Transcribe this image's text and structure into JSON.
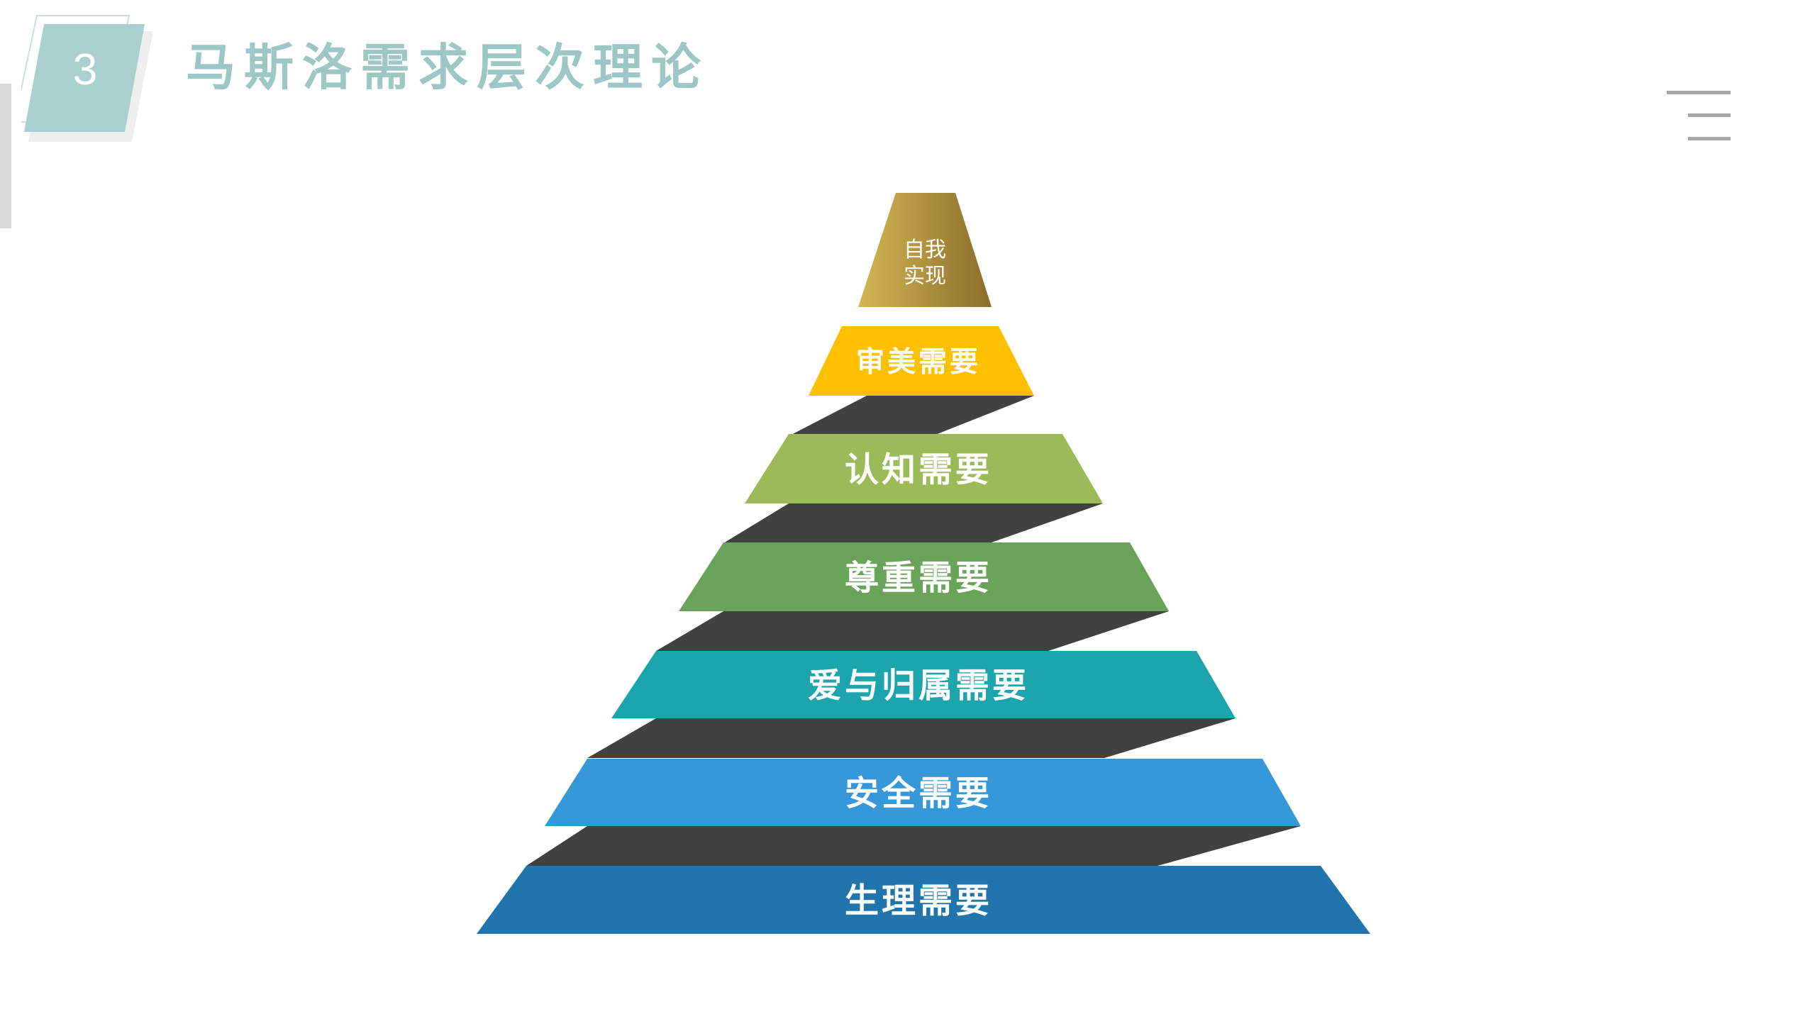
{
  "header": {
    "section_number": "3",
    "title": "马斯洛需求层次理论"
  },
  "colors": {
    "title": "#9cc7c5",
    "band_connector": "#414141",
    "accent_teal": "#a9d0cf"
  },
  "icons": {
    "menu": "menu-icon"
  },
  "pyramid": {
    "top": {
      "line1": "自我",
      "line2": "实现",
      "color": "#a98b3d"
    },
    "tiers": [
      {
        "label": "审美需要",
        "color": "#ffc000"
      },
      {
        "label": "认知需要",
        "color": "#9bbb59"
      },
      {
        "label": "尊重需要",
        "color": "#6aa35a"
      },
      {
        "label": "爱与归属需要",
        "color": "#1ca5ac"
      },
      {
        "label": "安全需要",
        "color": "#3698d9"
      },
      {
        "label": "生理需要",
        "color": "#2274ad"
      }
    ]
  }
}
